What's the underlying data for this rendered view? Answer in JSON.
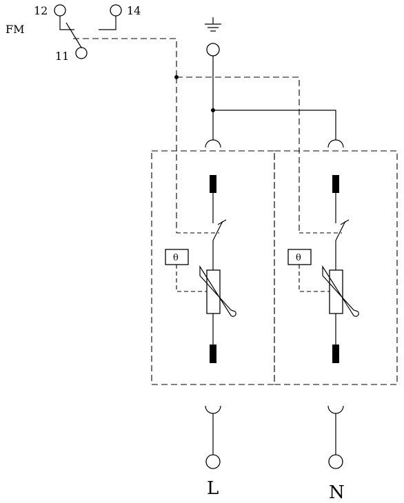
{
  "labels": {
    "fm": "FM",
    "contact_12": "12",
    "contact_14": "14",
    "contact_11": "11",
    "terminal_l": "L",
    "terminal_n": "N",
    "thermal_left": "θ",
    "thermal_right": "θ"
  }
}
